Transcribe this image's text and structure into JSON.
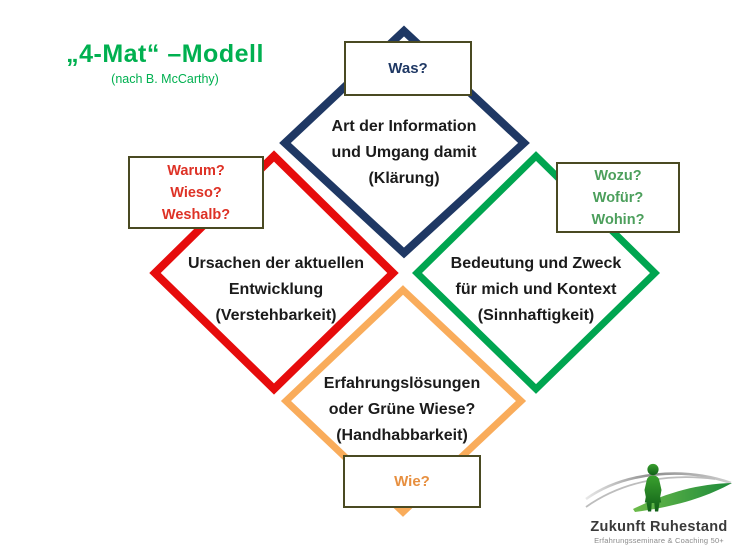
{
  "slide": {
    "title": "„4-Mat“ –Modell",
    "subtitle": "(nach B. McCarthy)"
  },
  "colors": {
    "title_green": "#00B050",
    "navy": "#1F3864",
    "red": "#E60C0C",
    "green": "#00A550",
    "orange": "#F9AC5B",
    "box_border": "#4A4A22",
    "question_red": "#DE3226",
    "question_green": "#4C9F5C",
    "question_orange": "#E78F3F",
    "question_navy": "#1F3864",
    "diamond_text": "#1b1b1b"
  },
  "boxes": {
    "was": {
      "lines": [
        "Was?"
      ]
    },
    "warum": {
      "lines": [
        "Warum?",
        "Wieso?",
        "Weshalb?"
      ]
    },
    "wozu": {
      "lines": [
        "Wozu?",
        "Wofür?",
        "Wohin?"
      ]
    },
    "wie": {
      "lines": [
        "Wie?"
      ]
    }
  },
  "diamonds": {
    "navy": {
      "lines": [
        "Art der Information",
        "und Umgang damit",
        "(Klärung)"
      ]
    },
    "red": {
      "lines": [
        "Ursachen der aktuellen",
        "Entwicklung",
        "(Verstehbarkeit)"
      ]
    },
    "green": {
      "lines": [
        "Bedeutung und Zweck",
        "für mich und Kontext",
        "(Sinnhaftigkeit)"
      ]
    },
    "orange": {
      "lines": [
        "Erfahrungslösungen",
        "oder Grüne Wiese?",
        "(Handhabbarkeit)"
      ]
    }
  },
  "logo": {
    "brand": "Zukunft Ruhestand",
    "tagline": "Erfahrungsseminare & Coaching 50+"
  }
}
